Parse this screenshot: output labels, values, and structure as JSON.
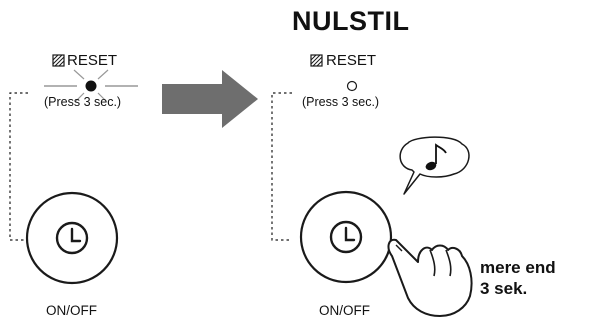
{
  "title": "NULSTIL",
  "left_panel": {
    "reset_label": "RESET",
    "press_hint": "(Press 3 sec.)",
    "button_label": "ON/OFF",
    "indicator_state": "lit"
  },
  "right_panel": {
    "reset_label": "RESET",
    "press_hint": "(Press 3 sec.)",
    "button_label": "ON/OFF",
    "indicator_state": "off",
    "duration_line1": "mere end",
    "duration_line2": "3 sek."
  },
  "icons": [
    "reset-icon",
    "led-indicator-icon",
    "arrow-right-icon",
    "clock-icon",
    "music-note-icon",
    "finger-press-icon"
  ],
  "colors": {
    "arrow": "#6e6e6e",
    "stroke": "#1a1a1a",
    "background": "#ffffff"
  }
}
